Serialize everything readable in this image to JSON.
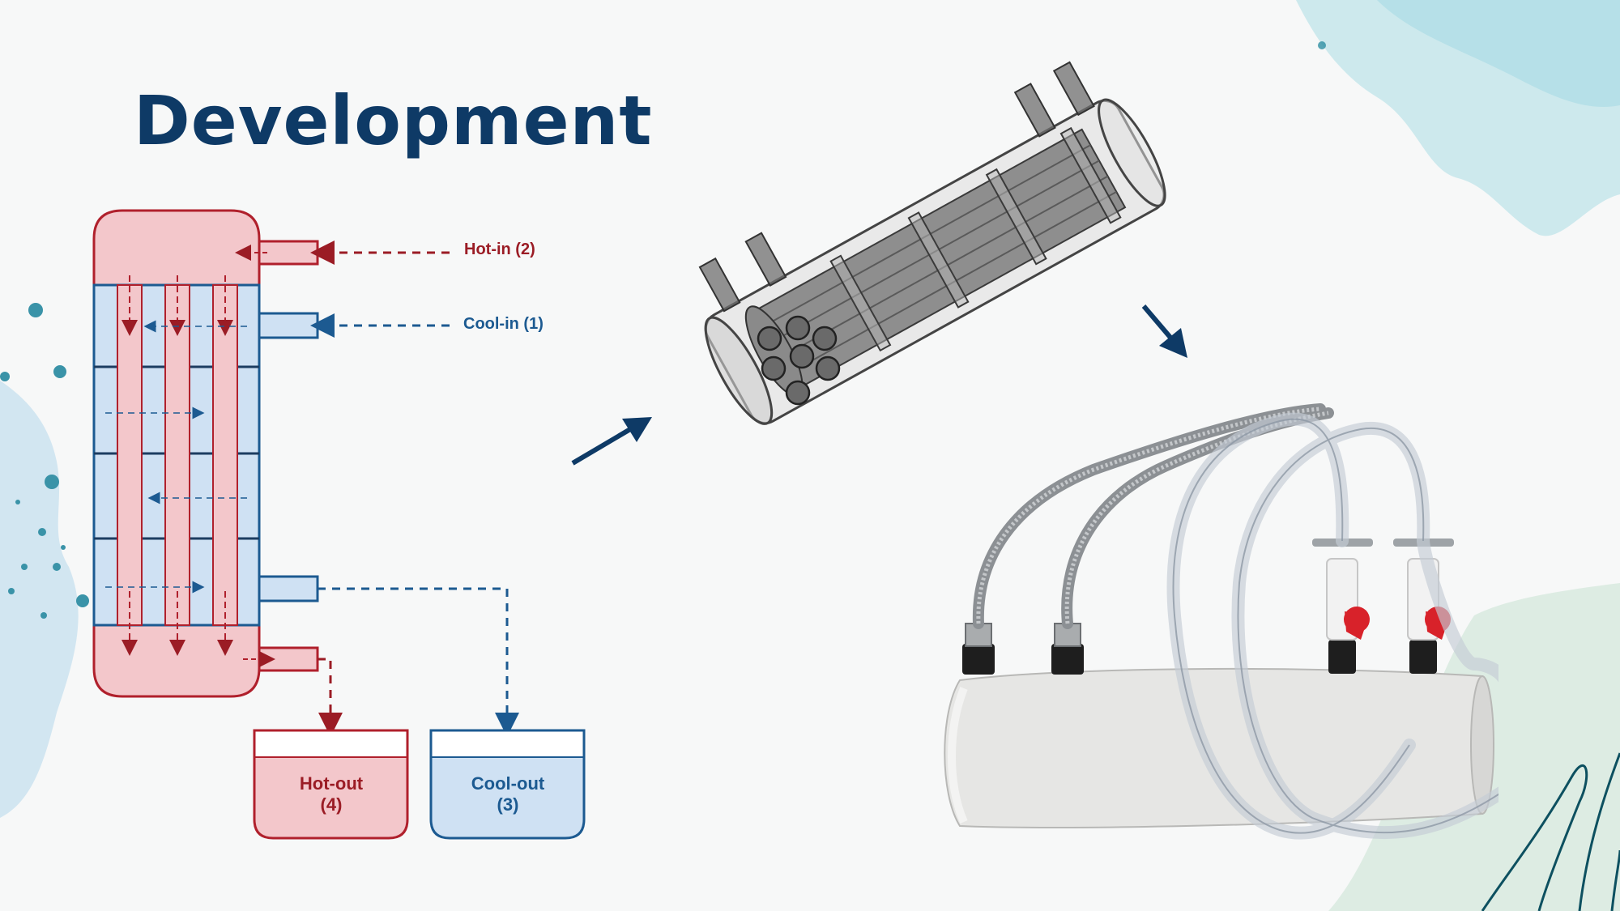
{
  "slide": {
    "title": "Development"
  },
  "diagram": {
    "labels": {
      "hot_in": "Hot-in (2)",
      "cool_in": "Cool-in (1)",
      "hot_out_name": "Hot-out",
      "hot_out_num": "(4)",
      "cool_out_name": "Cool-out",
      "cool_out_num": "(3)"
    }
  },
  "colors": {
    "title": "#0e3a66",
    "hot_fill": "#f3c7cb",
    "hot_stroke": "#b0202c",
    "cool_fill": "#cfe1f3",
    "cool_stroke": "#1c5a91",
    "arrow": "#0e3a66"
  },
  "images": {
    "cad_model": "3d-shell-and-tube-model",
    "prototype": "pvc-heat-exchanger-prototype-photo"
  }
}
